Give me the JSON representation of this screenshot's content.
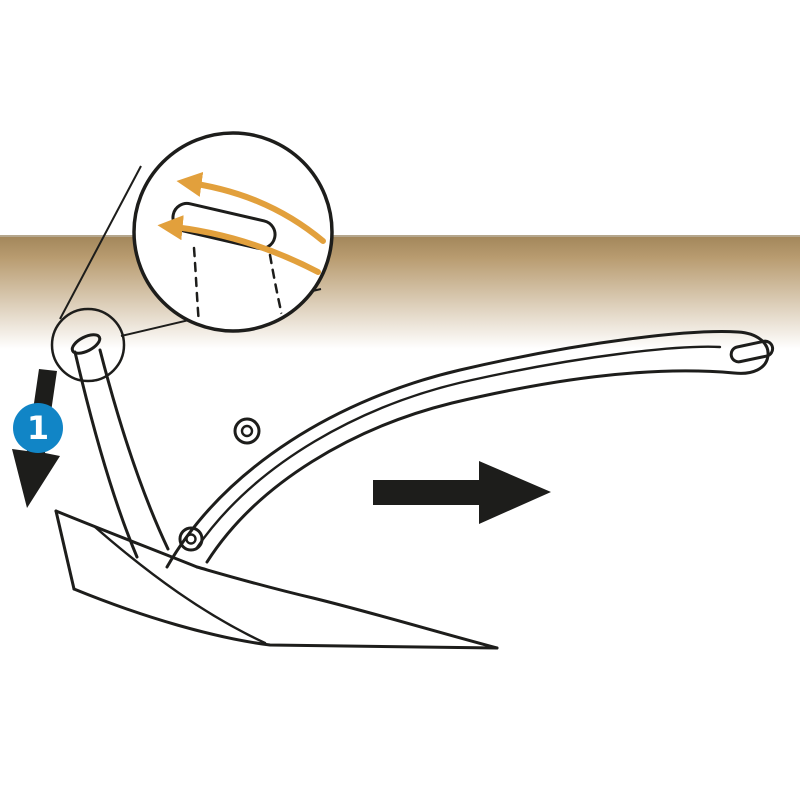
{
  "diagram": {
    "step_badge": {
      "label": "1"
    },
    "colors": {
      "line": "#1d1d1b",
      "flow_arrow": "#e2a03c",
      "badge": "#1185c6",
      "badge_text": "#ffffff",
      "seabed_top": "#a3875c",
      "seabed_mid": "#b89b6f",
      "seabed_fade": "#ffffff",
      "seabed_edge": "#8d7852",
      "background": "#ffffff"
    },
    "icons": {
      "step_badge": "step-1-badge",
      "drop_arrow": "down-left-arrow",
      "drag_arrow": "right-arrow",
      "flow_arrow_upper": "flow-direction-arrow-upper",
      "flow_arrow_lower": "flow-direction-arrow-lower",
      "callout": "magnified-anchor-tip-callout",
      "locator": "anchor-tip-locator-circle"
    }
  }
}
